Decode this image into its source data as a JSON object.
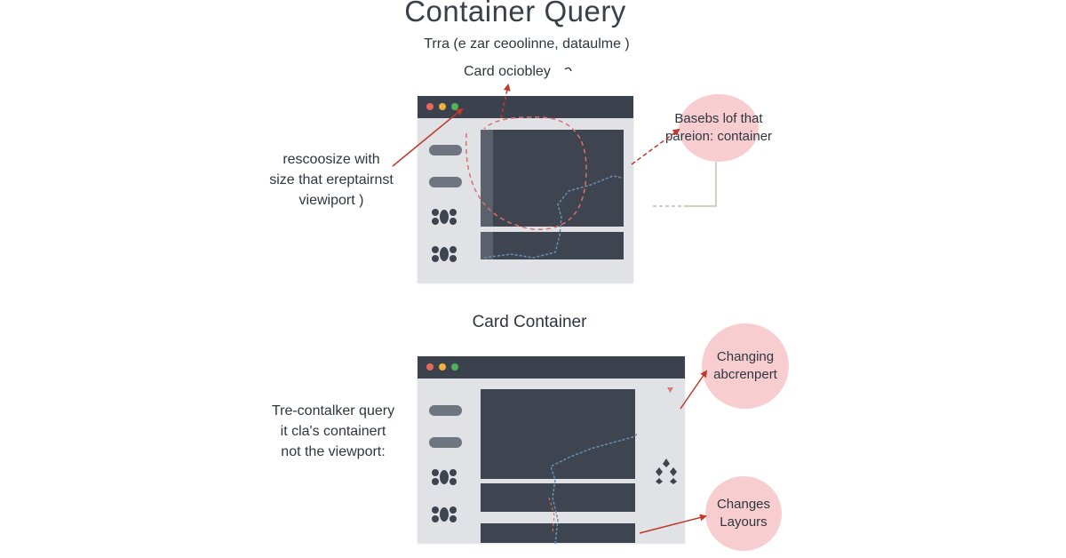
{
  "title": "Container Query",
  "subtitle": "Trra (e zar ceoolinne, dataulme )",
  "card_label": "Card ociobley",
  "top_note": [
    "rescoosize with",
    "size that ereptairnst",
    "viewiport )"
  ],
  "top_bubble": [
    "Basebs lof that",
    "pareion: container"
  ],
  "section_title": "Card Container",
  "bottom_note": [
    "Tre-contalker query",
    "it cla's containert",
    "not the viewport:"
  ],
  "bubble_changing": [
    "Changing",
    "abcrenpert"
  ],
  "bubble_layouts": [
    "Changes",
    "Layours"
  ],
  "colors": {
    "window_bar": "#3b424d",
    "window_body": "#e1e2e6",
    "panel": "#3e4550",
    "bubble": "#f8cdcf",
    "arrow": "#c0392b",
    "dot_red": "#e8675d",
    "dot_yellow": "#f0b13a",
    "dot_green": "#4fb35d"
  }
}
